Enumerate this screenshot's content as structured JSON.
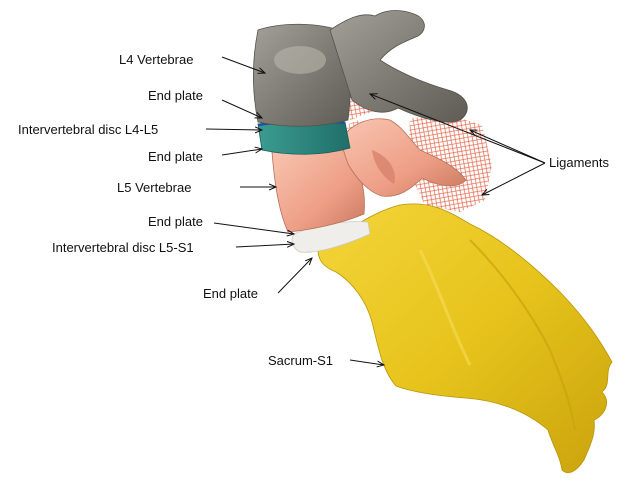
{
  "labels": {
    "l4_vertebrae": "L4 Vertebrae",
    "end_plate_1": "End plate",
    "disc_l4_l5": "Intervertebral disc L4-L5",
    "end_plate_2": "End plate",
    "l5_vertebrae": "L5 Vertebrae",
    "end_plate_3": "End plate",
    "disc_l5_s1": "Intervertebral disc L5-S1",
    "end_plate_4": "End plate",
    "sacrum_s1": "Sacrum-S1",
    "ligaments": "Ligaments"
  },
  "colors": {
    "vertebra_l4": "#7f7c74",
    "disc_l4_l5": "#2f8f86",
    "end_plate_line": "#1f4fa8",
    "vertebra_l5": "#ee9f86",
    "disc_l5_s1": "#efeeea",
    "sacrum": "#e7c41c",
    "ligament": "#e04a2a"
  }
}
